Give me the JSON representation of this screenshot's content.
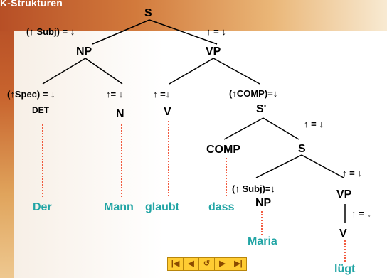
{
  "title": "K-Strukturen",
  "tree": {
    "S": "S",
    "NP": "NP",
    "VP": "VP",
    "DET": "DET",
    "N": "N",
    "V": "V",
    "S_bar": "S'",
    "COMP": "COMP",
    "S2": "S",
    "NP2": "NP",
    "VP2": "VP",
    "V2": "V"
  },
  "annotations": {
    "np_subj": "(↑ Subj) = ↓",
    "vp_eq": "↑ = ↓",
    "det_spec": "(↑Spec) = ↓",
    "n_eq": "↑= ↓",
    "v_eq": "↑ =↓",
    "sbar_comp": "(↑COMP)=↓",
    "s2_eq": "↑ = ↓",
    "vp2_eq": "↑ = ↓",
    "np2_subj": "(↑ Subj)=↓",
    "v2_eq": "↑ = ↓"
  },
  "words": {
    "der": "Der",
    "mann": "Mann",
    "glaubt": "glaubt",
    "dass": "dass",
    "maria": "Maria",
    "luegt": "lügt"
  },
  "nav_buttons": [
    "|◀",
    "◀",
    "↺",
    "▶",
    "▶|"
  ]
}
